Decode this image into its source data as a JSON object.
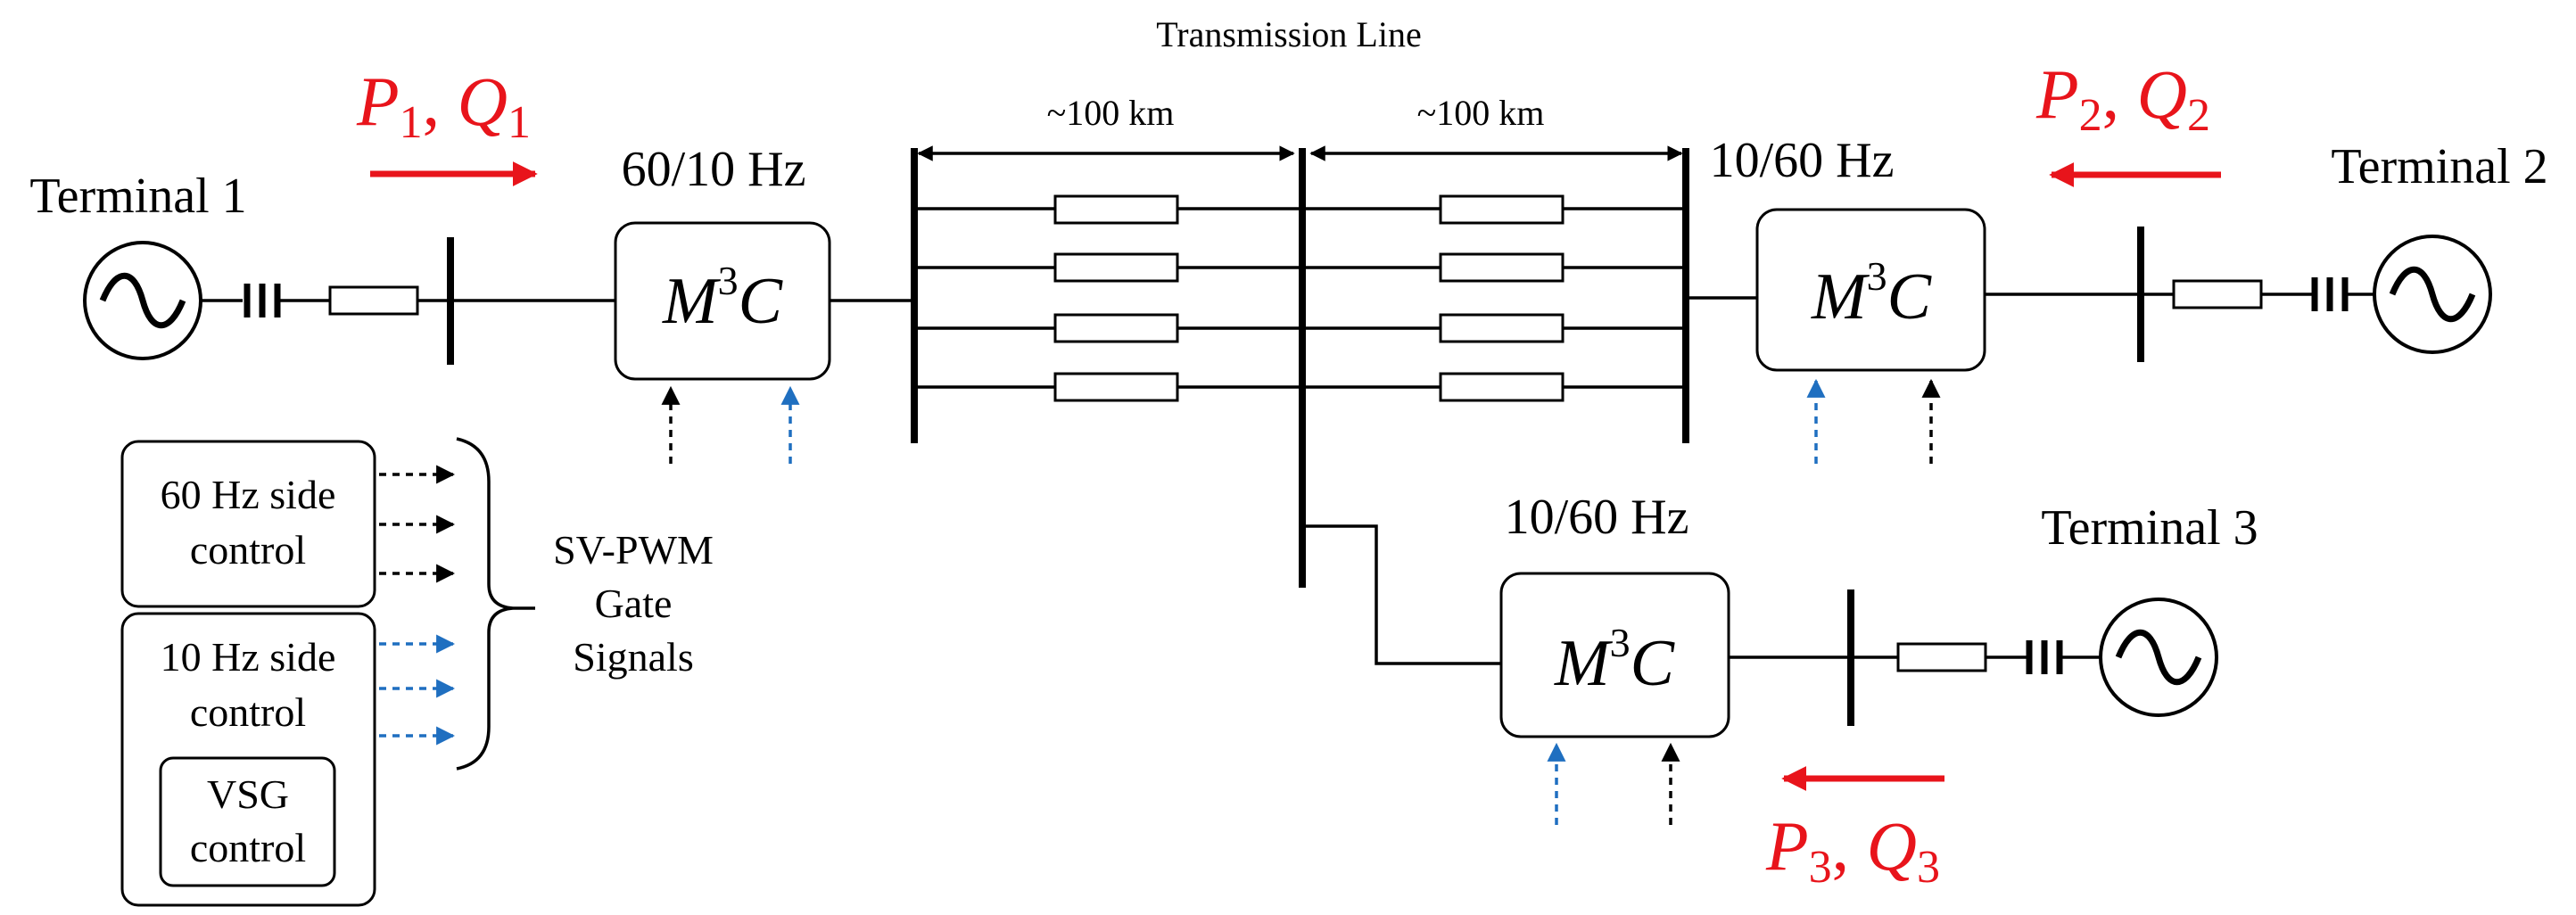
{
  "transmission": {
    "title": "Transmission Line",
    "left_span": "~100 km",
    "right_span": "~100 km"
  },
  "terminals": {
    "t1": "Terminal 1",
    "t2": "Terminal 2",
    "t3": "Terminal 3"
  },
  "converters": {
    "c1": {
      "freq": "60/10 Hz",
      "label_main": "M",
      "label_sup": "3",
      "label_end": "C"
    },
    "c2": {
      "freq": "10/60 Hz",
      "label_main": "M",
      "label_sup": "3",
      "label_end": "C"
    },
    "c3": {
      "freq": "10/60 Hz",
      "label_main": "M",
      "label_sup": "3",
      "label_end": "C"
    }
  },
  "power_flows": {
    "f1": {
      "p": "P",
      "p_sub": "1",
      "q": "Q",
      "q_sub": "1"
    },
    "f2": {
      "p": "P",
      "p_sub": "2",
      "q": "Q",
      "q_sub": "2"
    },
    "f3": {
      "p": "P",
      "p_sub": "3",
      "q": "Q",
      "q_sub": "3"
    }
  },
  "control": {
    "hz60_line1": "60 Hz side",
    "hz60_line2": "control",
    "hz10_line1": "10 Hz side",
    "hz10_line2": "control",
    "vsg_line1": "VSG",
    "vsg_line2": "control",
    "gate_line1": "SV-PWM",
    "gate_line2": "Gate",
    "gate_line3": "Signals"
  },
  "colors": {
    "power_flow": "#e8141b",
    "signal_10hz": "#1f6fc0",
    "signal_60hz": "#000000"
  }
}
